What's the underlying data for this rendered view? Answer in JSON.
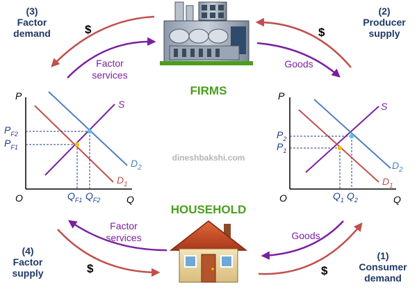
{
  "corners": {
    "tl": {
      "num": "(3)",
      "l1": "Factor",
      "l2": "demand"
    },
    "tr": {
      "num": "(2)",
      "l1": "Producer",
      "l2": "supply"
    },
    "bl": {
      "num": "(4)",
      "l1": "Factor",
      "l2": "supply"
    },
    "br": {
      "num": "(1)",
      "l1": "Consumer",
      "l2": "demand"
    }
  },
  "firms_label": "FIRMS",
  "household_label": "HOUSEHOLD",
  "watermark": "dineshbakshi.com",
  "flows": {
    "dollar": "$",
    "factor_services_l1": "Factor",
    "factor_services_l2": "services",
    "goods": "Goods"
  },
  "left_chart": {
    "axis_p": "P",
    "axis_q": "Q",
    "origin": "O",
    "pf2": {
      "base": "P",
      "sub": "F2"
    },
    "pf1": {
      "base": "P",
      "sub": "F1"
    },
    "qf1": {
      "base": "Q",
      "sub": "F1"
    },
    "qf2": {
      "base": "Q",
      "sub": "F2"
    },
    "s": "S",
    "d2": {
      "base": "D",
      "sub": "2"
    },
    "d1": {
      "base": "D",
      "sub": "1"
    }
  },
  "right_chart": {
    "axis_p": "P",
    "axis_q": "Q",
    "origin": "O",
    "p2": {
      "base": "P",
      "sub": "2"
    },
    "p1": {
      "base": "P",
      "sub": "1"
    },
    "q1": {
      "base": "Q",
      "sub": "1"
    },
    "q2": {
      "base": "Q",
      "sub": "2"
    },
    "s": "S",
    "d2": {
      "base": "D",
      "sub": "2"
    },
    "d1": {
      "base": "D",
      "sub": "1"
    }
  },
  "colors": {
    "supply": "#7b1fa2",
    "demand1": "#c0504d",
    "demand2": "#4f81bd",
    "green": "#4a9e1c",
    "navy": "#1f3864",
    "arrow_red": "#c0504d",
    "arrow_purple": "#7b1fa2",
    "eq1": "#f2c200",
    "eq2": "#5bc0eb"
  }
}
